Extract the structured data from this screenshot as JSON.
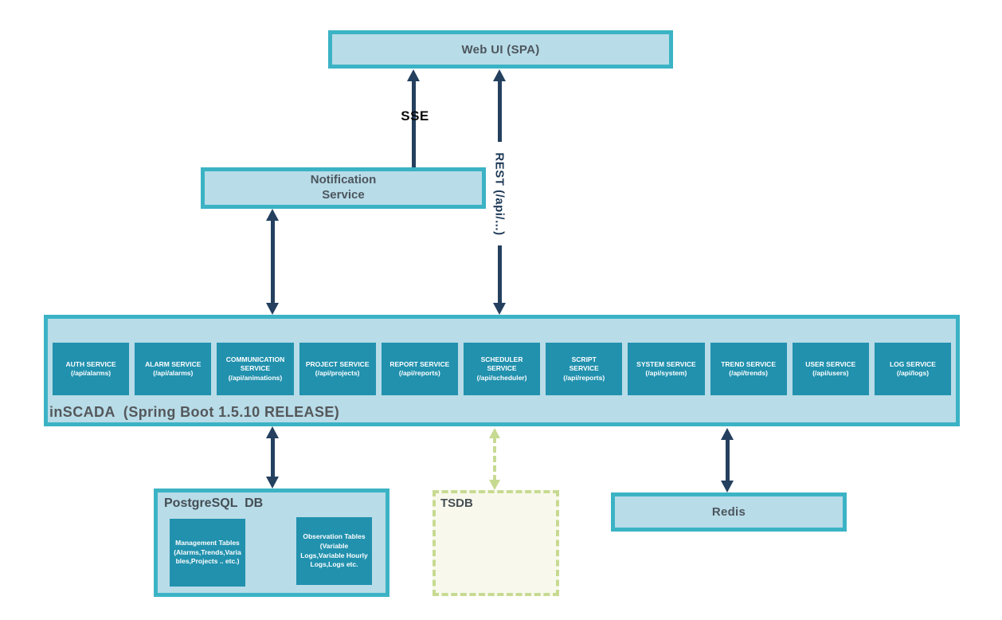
{
  "web_ui": {
    "label": "Web UI (SPA)"
  },
  "notification_service": {
    "label": "Notification\nService"
  },
  "connections": {
    "sse_label": "SSE",
    "rest_label": "REST (/api/...)"
  },
  "inscada": {
    "label": "inSCADA  (Spring Boot 1.5.10 RELEASE)",
    "services": [
      {
        "name": "AUTH SERVICE",
        "path": "(/api/alarms)"
      },
      {
        "name": "ALARM SERVICE",
        "path": "(/api/alarms)"
      },
      {
        "name": "COMMUNICATION\nSERVICE",
        "path": "(/api/animations)"
      },
      {
        "name": "PROJECT SERVICE",
        "path": "(/api/projects)"
      },
      {
        "name": "REPORT SERVICE",
        "path": "(/api/reports)"
      },
      {
        "name": "SCHEDULER\nSERVICE",
        "path": "(/api/scheduler)"
      },
      {
        "name": "SCRIPT\nSERVICE",
        "path": "(/api/reports)"
      },
      {
        "name": "SYSTEM SERVICE",
        "path": "(/api/system)"
      },
      {
        "name": "TREND SERVICE",
        "path": "(/api/trends)"
      },
      {
        "name": "USER SERVICE",
        "path": "(/api/users)"
      },
      {
        "name": "LOG SERVICE",
        "path": "(/api/logs)"
      }
    ]
  },
  "postgresql": {
    "label": "PostgreSQL  DB",
    "management_tables": "Management Tables\n(Alarms,Trends,Varia\nbles,Projects .. etc.)",
    "observation_tables": "Observation Tables\n(Variable\nLogs,Variable Hourly\nLogs,Logs etc."
  },
  "tsdb": {
    "label": "TSDB"
  },
  "redis": {
    "label": "Redis"
  },
  "colors": {
    "teal_border": "#3bb3c5",
    "light_blue_fill": "#b8dce8",
    "service_fill": "#2191ae",
    "arrow_navy": "#24405e",
    "dashed_green": "#c7da92",
    "tsdb_fill": "#f8f9ec"
  }
}
